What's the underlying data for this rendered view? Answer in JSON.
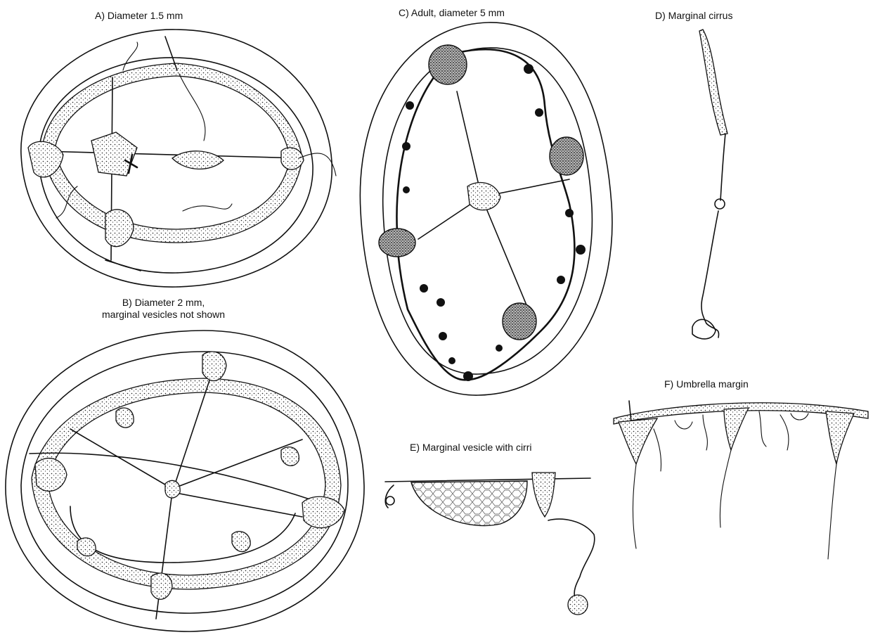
{
  "panels": {
    "a": {
      "label": "A) Diameter 1.5 mm"
    },
    "b": {
      "label_line1": "B) Diameter 2 mm,",
      "label_line2": "marginal vesicles not shown"
    },
    "c": {
      "label": "C) Adult, diameter 5 mm"
    },
    "d": {
      "label": "D) Marginal cirrus"
    },
    "e": {
      "label": "E) Marginal vesicle with cirri"
    },
    "f": {
      "label": "F) Umbrella margin"
    }
  }
}
